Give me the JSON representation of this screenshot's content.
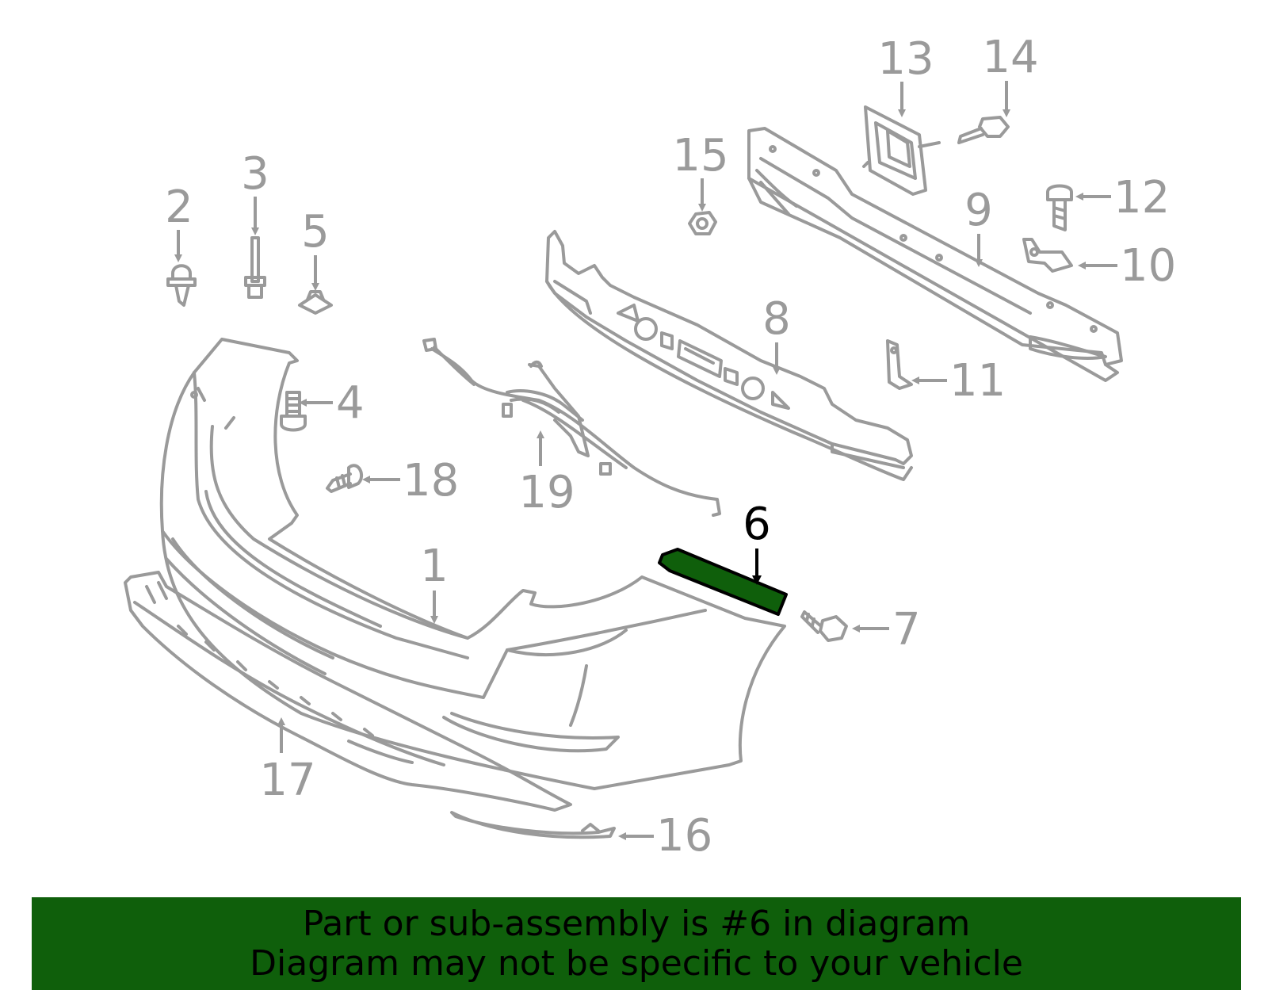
{
  "diagram": {
    "highlight_color": "#0f5f0b",
    "part_color": "#9a9a9a",
    "callouts": {
      "c1": "1",
      "c2": "2",
      "c3": "3",
      "c4": "4",
      "c5": "5",
      "c6": "6",
      "c7": "7",
      "c8": "8",
      "c9": "9",
      "c10": "10",
      "c11": "11",
      "c12": "12",
      "c13": "13",
      "c14": "14",
      "c15": "15",
      "c16": "16",
      "c17": "17",
      "c18": "18",
      "c19": "19"
    }
  },
  "banner": {
    "line1": "Part or sub-assembly is #6 in diagram",
    "line2": "Diagram may not be specific to your vehicle",
    "background": "#0f5f0b"
  }
}
